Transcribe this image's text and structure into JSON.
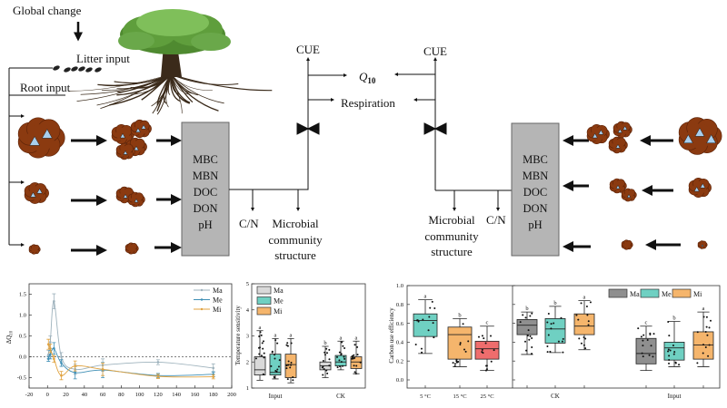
{
  "diagram": {
    "global_change": "Global change",
    "litter_input": "Litter input",
    "root_input": "Root input",
    "left": {
      "pools": [
        "MBC",
        "MBN",
        "DOC",
        "DON",
        "pH"
      ],
      "cue": "CUE",
      "q10": "Q",
      "q10_sub": "10",
      "respiration": "Respiration",
      "cn": "C/N",
      "microbial": [
        "Microbial",
        "community",
        "structure"
      ]
    },
    "right": {
      "pools": [
        "MBC",
        "MBN",
        "DOC",
        "DON",
        "pH"
      ],
      "cue": "CUE",
      "cn": "C/N",
      "microbial": [
        "Microbial",
        "community",
        "structure"
      ]
    },
    "colors": {
      "aggregate": "#8b3a10",
      "pool_box": "#b5b5b5",
      "canopy": "#5f9e3c"
    }
  },
  "chart_data": [
    {
      "type": "line",
      "ylabel": "ΔQ",
      "ylabel_sub": "10",
      "xlim": [
        -20,
        200
      ],
      "ylim": [
        -0.75,
        1.75
      ],
      "xticks": [
        -20,
        0,
        20,
        40,
        60,
        80,
        100,
        120,
        140,
        160,
        180,
        200
      ],
      "yticks": [
        -0.5,
        0.0,
        0.5,
        1.0,
        1.5
      ],
      "reference_line": 0,
      "legend": "top-right",
      "x": [
        1,
        3,
        7,
        15,
        30,
        60,
        120,
        180
      ],
      "series": [
        {
          "name": "Ma",
          "color": "#9fb3bd",
          "values": [
            0.05,
            0.35,
            1.33,
            0.0,
            -0.3,
            -0.2,
            -0.13,
            -0.27
          ],
          "errors": [
            0.1,
            0.15,
            0.18,
            0.1,
            0.12,
            0.15,
            0.06,
            0.1
          ]
        },
        {
          "name": "Me",
          "color": "#3f8fb5",
          "values": [
            -0.05,
            0.05,
            0.2,
            -0.15,
            -0.38,
            -0.32,
            -0.45,
            -0.42
          ],
          "errors": [
            0.06,
            0.1,
            0.14,
            0.08,
            0.15,
            0.18,
            0.05,
            0.06
          ]
        },
        {
          "name": "Mi",
          "color": "#e0a23f",
          "values": [
            0.3,
            0.2,
            -0.05,
            -0.45,
            -0.22,
            -0.3,
            -0.47,
            -0.48
          ],
          "errors": [
            0.12,
            0.1,
            0.08,
            0.1,
            0.12,
            0.15,
            0.05,
            0.05
          ]
        }
      ]
    },
    {
      "type": "box",
      "ylabel": "Temperature sensitivity",
      "ylim": [
        1,
        5
      ],
      "yticks": [
        1,
        2,
        3,
        4,
        5
      ],
      "categories": [
        "Input",
        "CK"
      ],
      "legend": "top-left",
      "series": [
        {
          "name": "Ma",
          "color": "#d9d9d9",
          "boxes": [
            {
              "min": 1.3,
              "q1": 1.5,
              "median": 1.7,
              "q3": 2.2,
              "max": 3.2,
              "letter": "a"
            },
            {
              "min": 1.4,
              "q1": 1.7,
              "median": 1.85,
              "q3": 2.0,
              "max": 2.6,
              "letter": "b"
            }
          ]
        },
        {
          "name": "Me",
          "color": "#6fd0c2",
          "boxes": [
            {
              "min": 1.35,
              "q1": 1.5,
              "median": 1.6,
              "q3": 2.3,
              "max": 2.9,
              "letter": "a"
            },
            {
              "min": 1.7,
              "q1": 1.85,
              "median": 2.0,
              "q3": 2.25,
              "max": 2.8,
              "letter": "a"
            }
          ]
        },
        {
          "name": "Mi",
          "color": "#f5b56c",
          "boxes": [
            {
              "min": 1.2,
              "q1": 1.4,
              "median": 1.9,
              "q3": 2.3,
              "max": 2.9,
              "letter": "a"
            },
            {
              "min": 1.55,
              "q1": 1.75,
              "median": 2.0,
              "q3": 2.2,
              "max": 2.8,
              "letter": "a"
            }
          ]
        }
      ]
    },
    {
      "type": "box",
      "ylabel": "Carbon use efficiency",
      "ylim": [
        -0.09,
        1.0
      ],
      "yticks": [
        0.0,
        0.2,
        0.4,
        0.6,
        0.8,
        1.0
      ],
      "legend": "top-right",
      "temperature_panel": {
        "categories": [
          "5 °C",
          "15 °C",
          "25 °C"
        ],
        "boxes": [
          {
            "color": "#6fd0c2",
            "min": 0.28,
            "q1": 0.46,
            "median": 0.63,
            "q3": 0.7,
            "max": 0.85,
            "letter": "a"
          },
          {
            "color": "#f5b56c",
            "min": 0.14,
            "q1": 0.22,
            "median": 0.48,
            "q3": 0.56,
            "max": 0.65,
            "letter": "b"
          },
          {
            "color": "#ef6d6d",
            "min": 0.1,
            "q1": 0.22,
            "median": 0.33,
            "q3": 0.41,
            "max": 0.57,
            "letter": "c"
          }
        ]
      },
      "treatment_panel": {
        "categories": [
          "CK",
          "Input"
        ],
        "series": [
          {
            "name": "Ma",
            "color": "#8f8f8f",
            "boxes": [
              {
                "min": 0.27,
                "q1": 0.48,
                "median": 0.58,
                "q3": 0.64,
                "max": 0.72,
                "letter": "b"
              },
              {
                "min": 0.1,
                "q1": 0.17,
                "median": 0.28,
                "q3": 0.44,
                "max": 0.57,
                "letter": "c"
              }
            ]
          },
          {
            "name": "Me",
            "color": "#6fd0c2",
            "boxes": [
              {
                "min": 0.29,
                "q1": 0.39,
                "median": 0.54,
                "q3": 0.65,
                "max": 0.78,
                "letter": "b"
              },
              {
                "min": 0.14,
                "q1": 0.21,
                "median": 0.34,
                "q3": 0.4,
                "max": 0.62,
                "letter": "b"
              }
            ]
          },
          {
            "name": "Mi",
            "color": "#f5b56c",
            "boxes": [
              {
                "min": 0.32,
                "q1": 0.48,
                "median": 0.57,
                "q3": 0.7,
                "max": 0.84,
                "letter": "a"
              },
              {
                "min": 0.14,
                "q1": 0.22,
                "median": 0.37,
                "q3": 0.51,
                "max": 0.72,
                "letter": "a"
              }
            ]
          }
        ]
      }
    }
  ]
}
